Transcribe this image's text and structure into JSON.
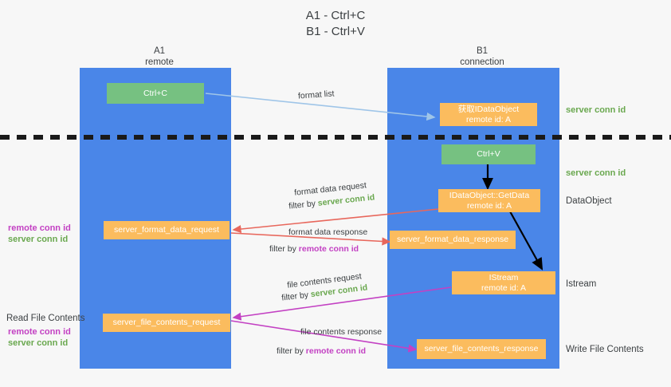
{
  "title": {
    "line1": "A1 - Ctrl+C",
    "line2": "B1 - Ctrl+V"
  },
  "columns": [
    {
      "name": "A1",
      "sub": "remote"
    },
    {
      "name": "B1",
      "sub": "connection"
    }
  ],
  "boxes": {
    "ctrl_c": {
      "line1": "Ctrl+C",
      "line2": ""
    },
    "get_idataobject": {
      "line1": "获取IDataObject",
      "line2": "remote id: A"
    },
    "ctrl_v": {
      "line1": "Ctrl+V",
      "line2": ""
    },
    "idataobject_getdata": {
      "line1": "IDataObject::GetData",
      "line2": "remote id: A"
    },
    "server_format_data_request": {
      "line1": "server_format_data_request",
      "line2": ""
    },
    "server_format_data_response": {
      "line1": "server_format_data_response",
      "line2": ""
    },
    "istream": {
      "line1": "IStream",
      "line2": "remote id: A"
    },
    "server_file_contents_request": {
      "line1": "server_file_contents_request",
      "line2": ""
    },
    "server_file_contents_response": {
      "line1": "server_file_contents_response",
      "line2": ""
    }
  },
  "annotations": {
    "format_list": "format list",
    "format_data_request": "format data request",
    "filter_by_prefix": "filter by ",
    "server_conn_id": "server conn id",
    "remote_conn_id": "remote conn id",
    "format_data_response": "format data response",
    "file_contents_request": "file contents request",
    "file_contents_response": "file contents response"
  },
  "right_labels": {
    "server_conn_id_top": "server conn id",
    "server_conn_id_mid": "server conn id",
    "dataobject": "DataObject",
    "istream": "Istream",
    "write_file_contents": "Write File Contents"
  },
  "left_labels": {
    "remote_conn_id_1": "remote conn id",
    "server_conn_id_1": "server conn id",
    "read_file_contents": "Read File Contents",
    "remote_conn_id_2": "remote conn id",
    "server_conn_id_2": "server conn id"
  },
  "colors": {
    "lane": "#4a86e8",
    "orange": "#fbbc5e",
    "green_box": "#76c181",
    "green_text": "#6aa84f",
    "purple_text": "#c341c3",
    "blue_arrow": "#9fc5e8",
    "red_arrow": "#e8675c",
    "magenta_arrow": "#c341c3",
    "black_arrow": "#000000",
    "background": "#f7f7f7"
  }
}
